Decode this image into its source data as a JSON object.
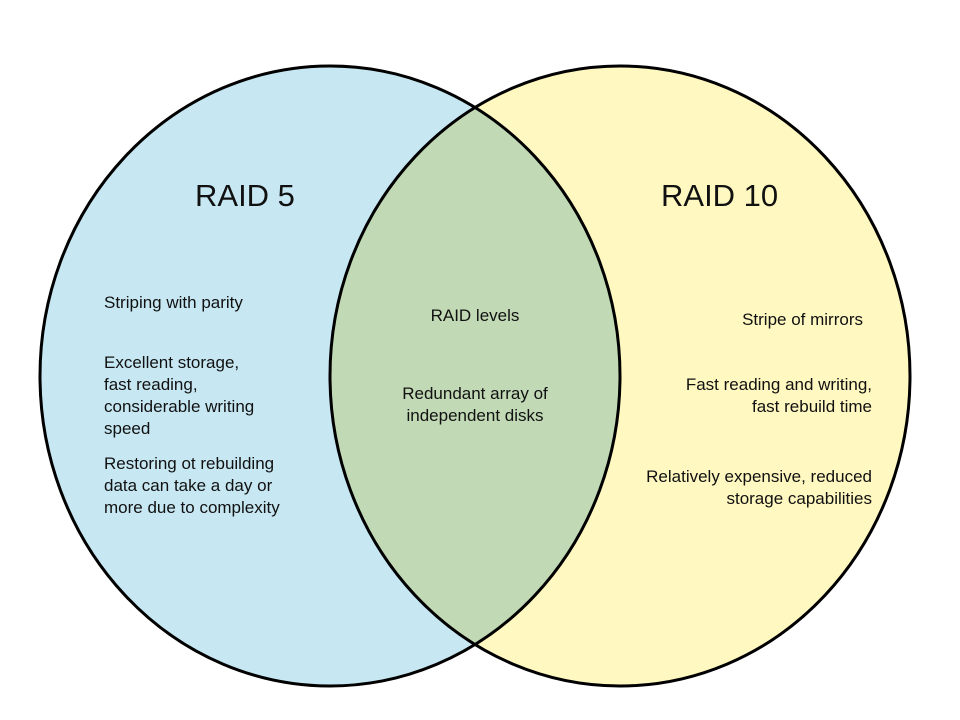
{
  "colors": {
    "left_fill": "#c7e8f3",
    "right_fill": "#fff8c0",
    "overlap_fill": "#c1dab5",
    "stroke": "#000000"
  },
  "left": {
    "title": "RAID 5",
    "items": [
      "Striping with parity",
      "Excellent storage,\nfast reading,\nconsiderable writing\nspeed",
      "Restoring ot rebuilding\ndata can take a day or\nmore due to complexity"
    ]
  },
  "overlap": {
    "items": [
      "RAID levels",
      "Redundant array of\nindependent disks"
    ]
  },
  "right": {
    "title": "RAID 10",
    "items": [
      "Stripe of mirrors",
      "Fast reading and writing,\nfast rebuild time",
      "Relatively expensive, reduced\nstorage capabilities"
    ]
  }
}
